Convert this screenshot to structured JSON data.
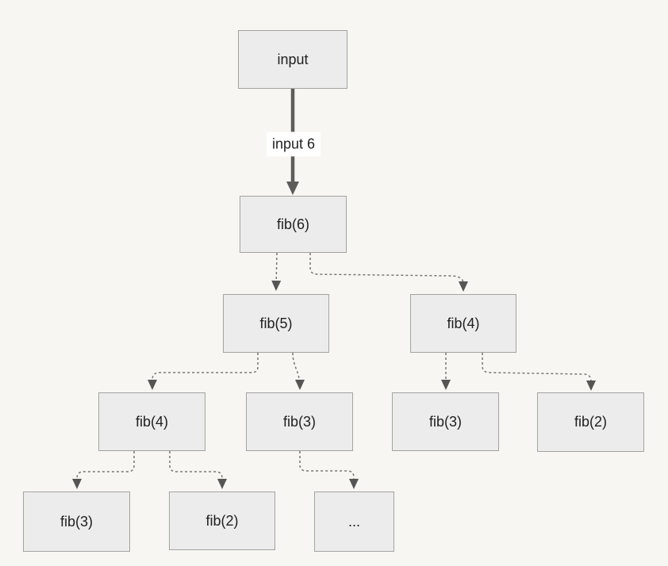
{
  "diagram": {
    "type": "flowchart-top-down",
    "background_color": "#f7f6f2",
    "node_fill": "#ececec",
    "node_border_color": "#a3a3a3",
    "edge_color": "#767676",
    "arrowhead_color": "#555555",
    "thick_edge_color": "#5c5c5c",
    "edge_label_background": "#ffffff",
    "nodes": [
      {
        "id": "input",
        "label": "input"
      },
      {
        "id": "fib6",
        "label": "fib(6)"
      },
      {
        "id": "fib5",
        "label": "fib(5)"
      },
      {
        "id": "fib4-right",
        "label": "fib(4)"
      },
      {
        "id": "fib4-left",
        "label": "fib(4)"
      },
      {
        "id": "fib3-mid",
        "label": "fib(3)"
      },
      {
        "id": "fib3-right",
        "label": "fib(3)"
      },
      {
        "id": "fib2-right",
        "label": "fib(2)"
      },
      {
        "id": "fib3-bottom",
        "label": "fib(3)"
      },
      {
        "id": "fib2-bottom",
        "label": "fib(2)"
      },
      {
        "id": "ellipsis",
        "label": "..."
      }
    ],
    "edges": [
      {
        "from": "input",
        "to": "fib6",
        "label": "input 6",
        "style": "solid-thick"
      },
      {
        "from": "fib6",
        "to": "fib5",
        "label": "",
        "style": "dashed"
      },
      {
        "from": "fib6",
        "to": "fib4-right",
        "label": "",
        "style": "dashed"
      },
      {
        "from": "fib5",
        "to": "fib4-left",
        "label": "",
        "style": "dashed"
      },
      {
        "from": "fib5",
        "to": "fib3-mid",
        "label": "",
        "style": "dashed"
      },
      {
        "from": "fib4-right",
        "to": "fib3-right",
        "label": "",
        "style": "dashed"
      },
      {
        "from": "fib4-right",
        "to": "fib2-right",
        "label": "",
        "style": "dashed"
      },
      {
        "from": "fib4-left",
        "to": "fib3-bottom",
        "label": "",
        "style": "dashed"
      },
      {
        "from": "fib4-left",
        "to": "fib2-bottom",
        "label": "",
        "style": "dashed"
      },
      {
        "from": "fib3-mid",
        "to": "ellipsis",
        "label": "",
        "style": "dashed"
      }
    ]
  }
}
